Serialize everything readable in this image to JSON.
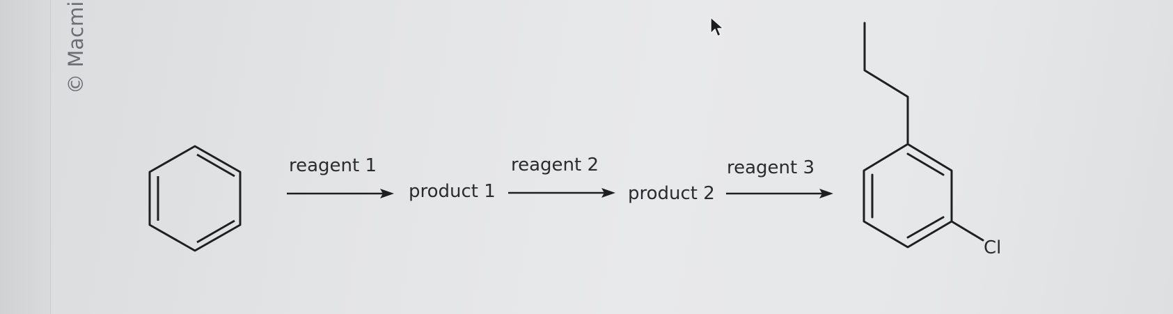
{
  "watermark": {
    "text": "© Macmillan"
  },
  "scheme": {
    "step1": {
      "reagent": "reagent 1"
    },
    "intermediate1": {
      "label": "product 1"
    },
    "step2": {
      "reagent": "reagent 2"
    },
    "intermediate2": {
      "label": "product 2"
    },
    "step3": {
      "reagent": "reagent 3"
    },
    "final_product": {
      "substituent": "Cl"
    }
  }
}
